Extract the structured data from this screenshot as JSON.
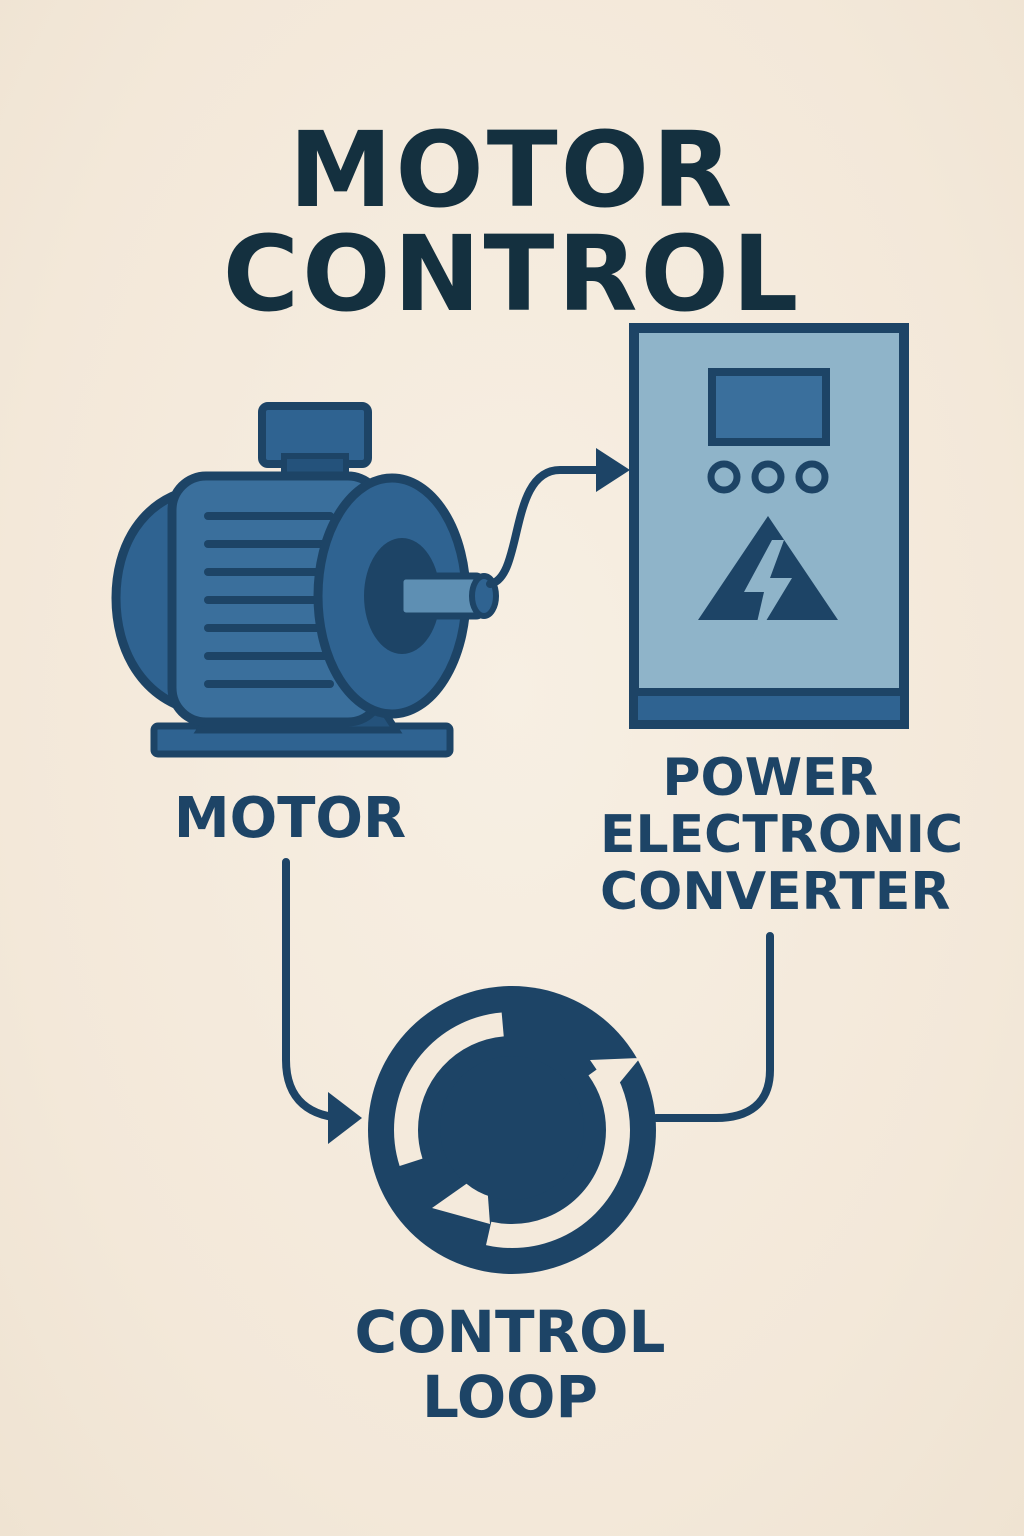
{
  "title": "MOTOR CONTROL",
  "nodes": {
    "motor": {
      "label": "MOTOR",
      "icon": "electric-motor-icon"
    },
    "converter": {
      "label_lines": [
        "POWER",
        "ELECTRONIC",
        "CONVERTER"
      ],
      "icon": "control-cabinet-icon"
    },
    "loop": {
      "label_lines": [
        "CONTROL",
        "LOOP"
      ],
      "icon": "circular-arrows-icon"
    }
  },
  "colors": {
    "background": "#f4eadc",
    "dark_blue": "#1d4466",
    "mid_blue": "#2f6391",
    "light_blue": "#8fb4c9",
    "title": "#14303f"
  }
}
